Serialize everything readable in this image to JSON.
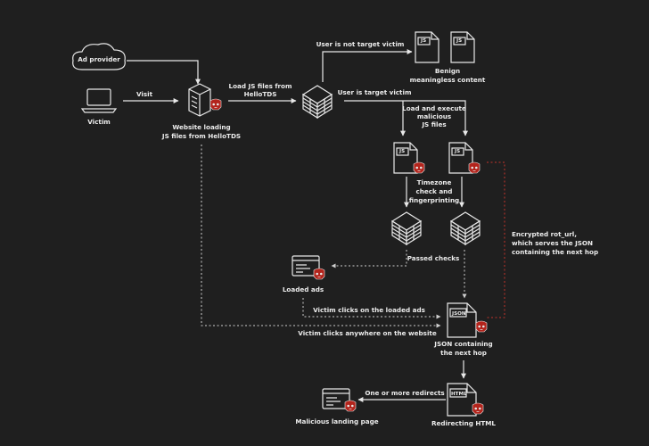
{
  "actors": {
    "ad_provider": "Ad provider",
    "victim": "Victim",
    "website": [
      "Website loading",
      "JS files from HelloTDS"
    ]
  },
  "files": {
    "js_tag": "JS",
    "json_tag": "JSON",
    "html_tag": "HTML"
  },
  "labels": {
    "visit": "Visit",
    "load_js": [
      "Load JS files from",
      "HelloTDS"
    ],
    "not_target": "User is not target victim",
    "benign": [
      "Benign",
      "meaningless content"
    ],
    "is_target": "User is target victim",
    "load_execute": [
      "Load and execute",
      "malicious",
      "JS files"
    ],
    "timezone": [
      "Timezone",
      "check and",
      "fingerprinting"
    ],
    "encrypted": [
      "Encrypted rot_url,",
      "which serves the JSON",
      "containing the next hop"
    ],
    "passed_checks": "Passed checks",
    "loaded_ads": "Loaded ads",
    "clicks_ads": "Victim clicks on the loaded ads",
    "clicks_anywhere": "Victim clicks anywhere on the website",
    "json_next_hop": [
      "JSON containing",
      "the next hop"
    ],
    "redirects": "One or more redirects",
    "redirecting_html": "Redirecting HTML",
    "landing_page": "Malicious landing page"
  }
}
